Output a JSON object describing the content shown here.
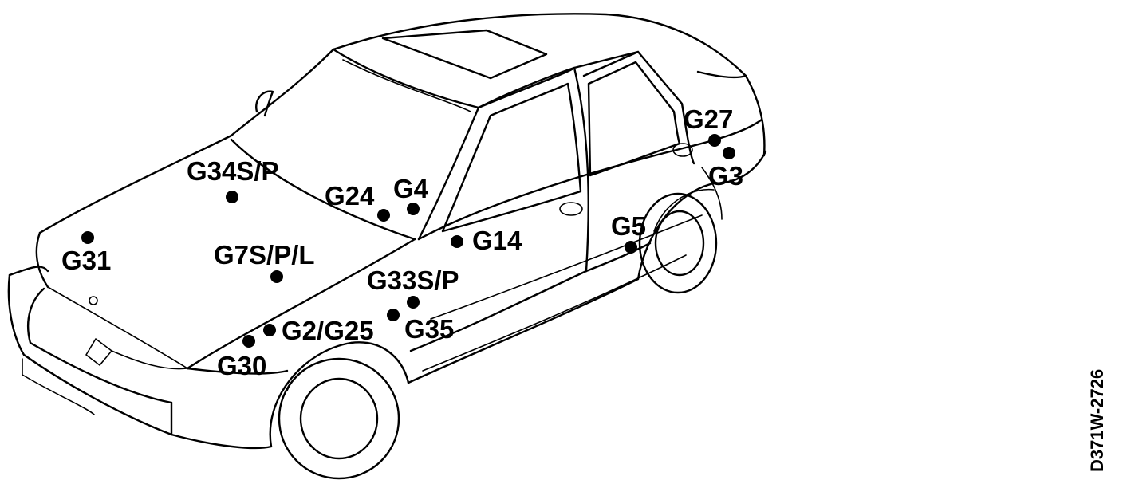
{
  "diagram": {
    "figure_code": "D371W-2726",
    "ground_points": [
      {
        "id": "g34sp",
        "label": "G34S/P"
      },
      {
        "id": "g24",
        "label": "G24"
      },
      {
        "id": "g4",
        "label": "G4"
      },
      {
        "id": "g31",
        "label": "G31"
      },
      {
        "id": "g7spl",
        "label": "G7S/P/L"
      },
      {
        "id": "g14",
        "label": "G14"
      },
      {
        "id": "g27",
        "label": "G27"
      },
      {
        "id": "g3",
        "label": "G3"
      },
      {
        "id": "g5",
        "label": "G5"
      },
      {
        "id": "g33sp",
        "label": "G33S/P"
      },
      {
        "id": "g2g25",
        "label": "G2/G25"
      },
      {
        "id": "g35",
        "label": "G35"
      },
      {
        "id": "g30",
        "label": "G30"
      }
    ]
  }
}
